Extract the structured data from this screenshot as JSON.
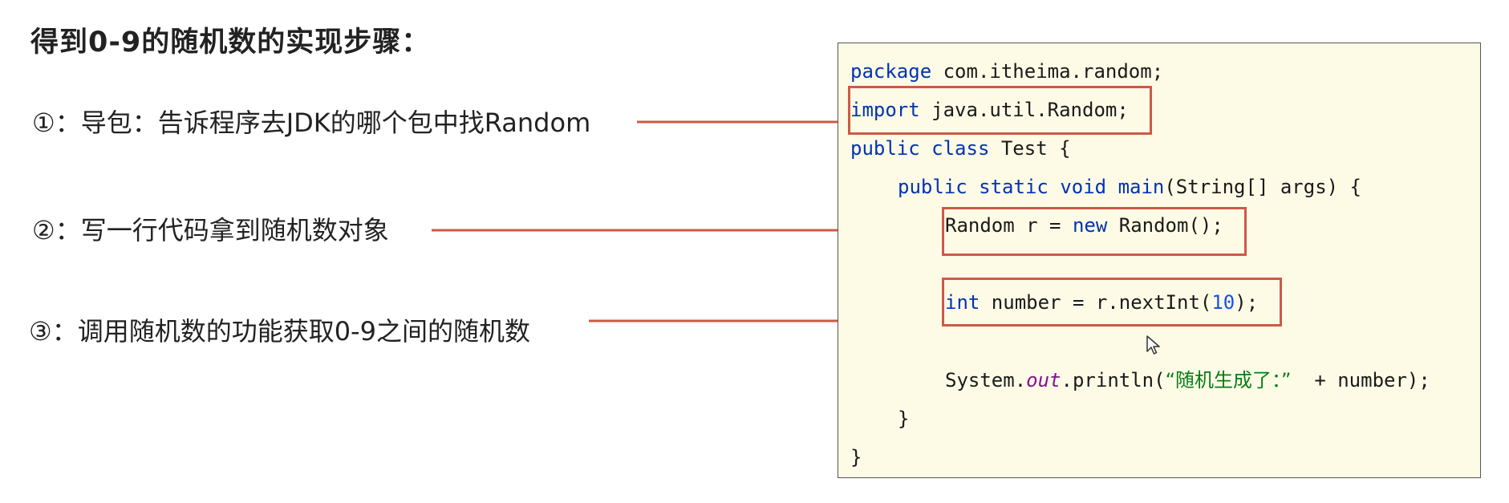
{
  "title": "得到0-9的随机数的实现步骤：",
  "steps": [
    {
      "label": "①：导包：告诉程序去JDK的哪个包中找Random"
    },
    {
      "label": "②：写一行代码拿到随机数对象"
    },
    {
      "label": "③：调用随机数的功能获取0-9之间的随机数"
    }
  ],
  "code": {
    "line1": {
      "kw": "package",
      "rest": " com.itheima.random;"
    },
    "line2": {
      "kw": "import",
      "rest": " java.util.Random;"
    },
    "line3": {
      "kw1": "public",
      "kw2": "class",
      "rest": " Test {"
    },
    "line4": {
      "kw1": "public",
      "kw2": "static",
      "kw3": "void",
      "method": "main",
      "rest": "(String[] args) {"
    },
    "line5": {
      "pre": "Random r = ",
      "kw": "new",
      "rest": " Random();"
    },
    "line6": {
      "kw": "int",
      "mid": " number = r.nextInt(",
      "num": "10",
      "rest": ");"
    },
    "line7": {
      "pre": "System.",
      "field": "out",
      "mid": ".println(",
      "str": "“随机生成了：”",
      "rest": "  + number);"
    },
    "line8": {
      "text": "}"
    },
    "line9": {
      "text": "}"
    }
  },
  "colors": {
    "highlight_border": "#cc5a45",
    "arrow": "#cc5a45",
    "code_background": "#fdfbe6",
    "keyword": "#0033b3",
    "number": "#1750eb",
    "field": "#871094",
    "string": "#067d17"
  }
}
